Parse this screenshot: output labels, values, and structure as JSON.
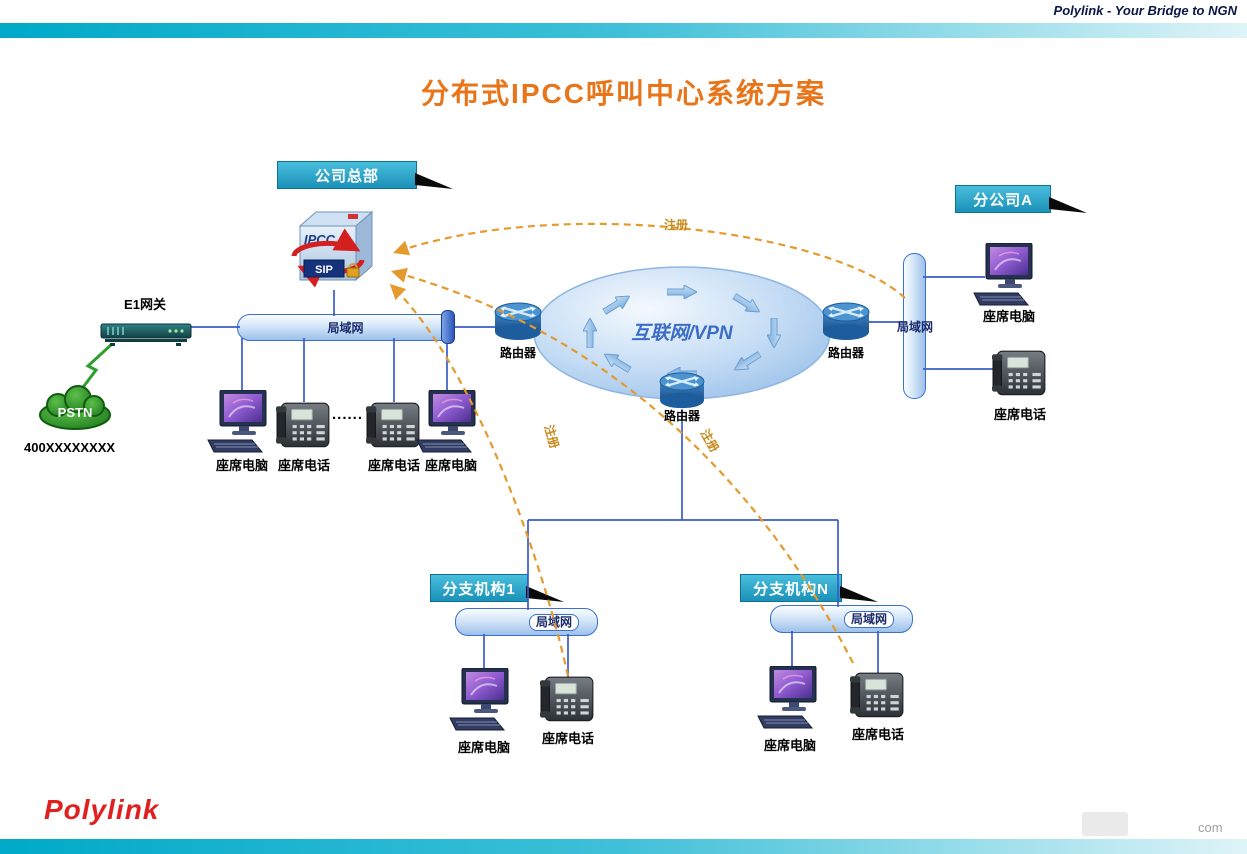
{
  "header": {
    "brand": "Polylink - Your Bridge to NGN"
  },
  "title": "分布式IPCC呼叫中心系统方案",
  "sites": {
    "hq": "公司总部",
    "branch_a": "分公司A",
    "branch_1": "分支机构1",
    "branch_n": "分支机构N"
  },
  "nodes": {
    "ipcc": "IPCC",
    "sip": "SIP",
    "e1_gateway": "E1网关",
    "pstn": "PSTN",
    "hotline": "400XXXXXXXX",
    "lan": "局域网",
    "router": "路由器",
    "internet": "互联网/VPN",
    "agent_pc": "座席电脑",
    "agent_phone": "座席电话",
    "ellipsis": "......",
    "register": "注册"
  },
  "footer": {
    "logo": "Polylink",
    "watermark": "com"
  },
  "colors": {
    "accent_orange": "#e8751a",
    "bar_cyan": "#00a9c9",
    "line_blue": "#3a5cc8",
    "register_orange": "#e59a2e",
    "site_teal": "#2aa4c6",
    "pstn_green": "#2f9e2f",
    "logo_red": "#e01f1f"
  }
}
